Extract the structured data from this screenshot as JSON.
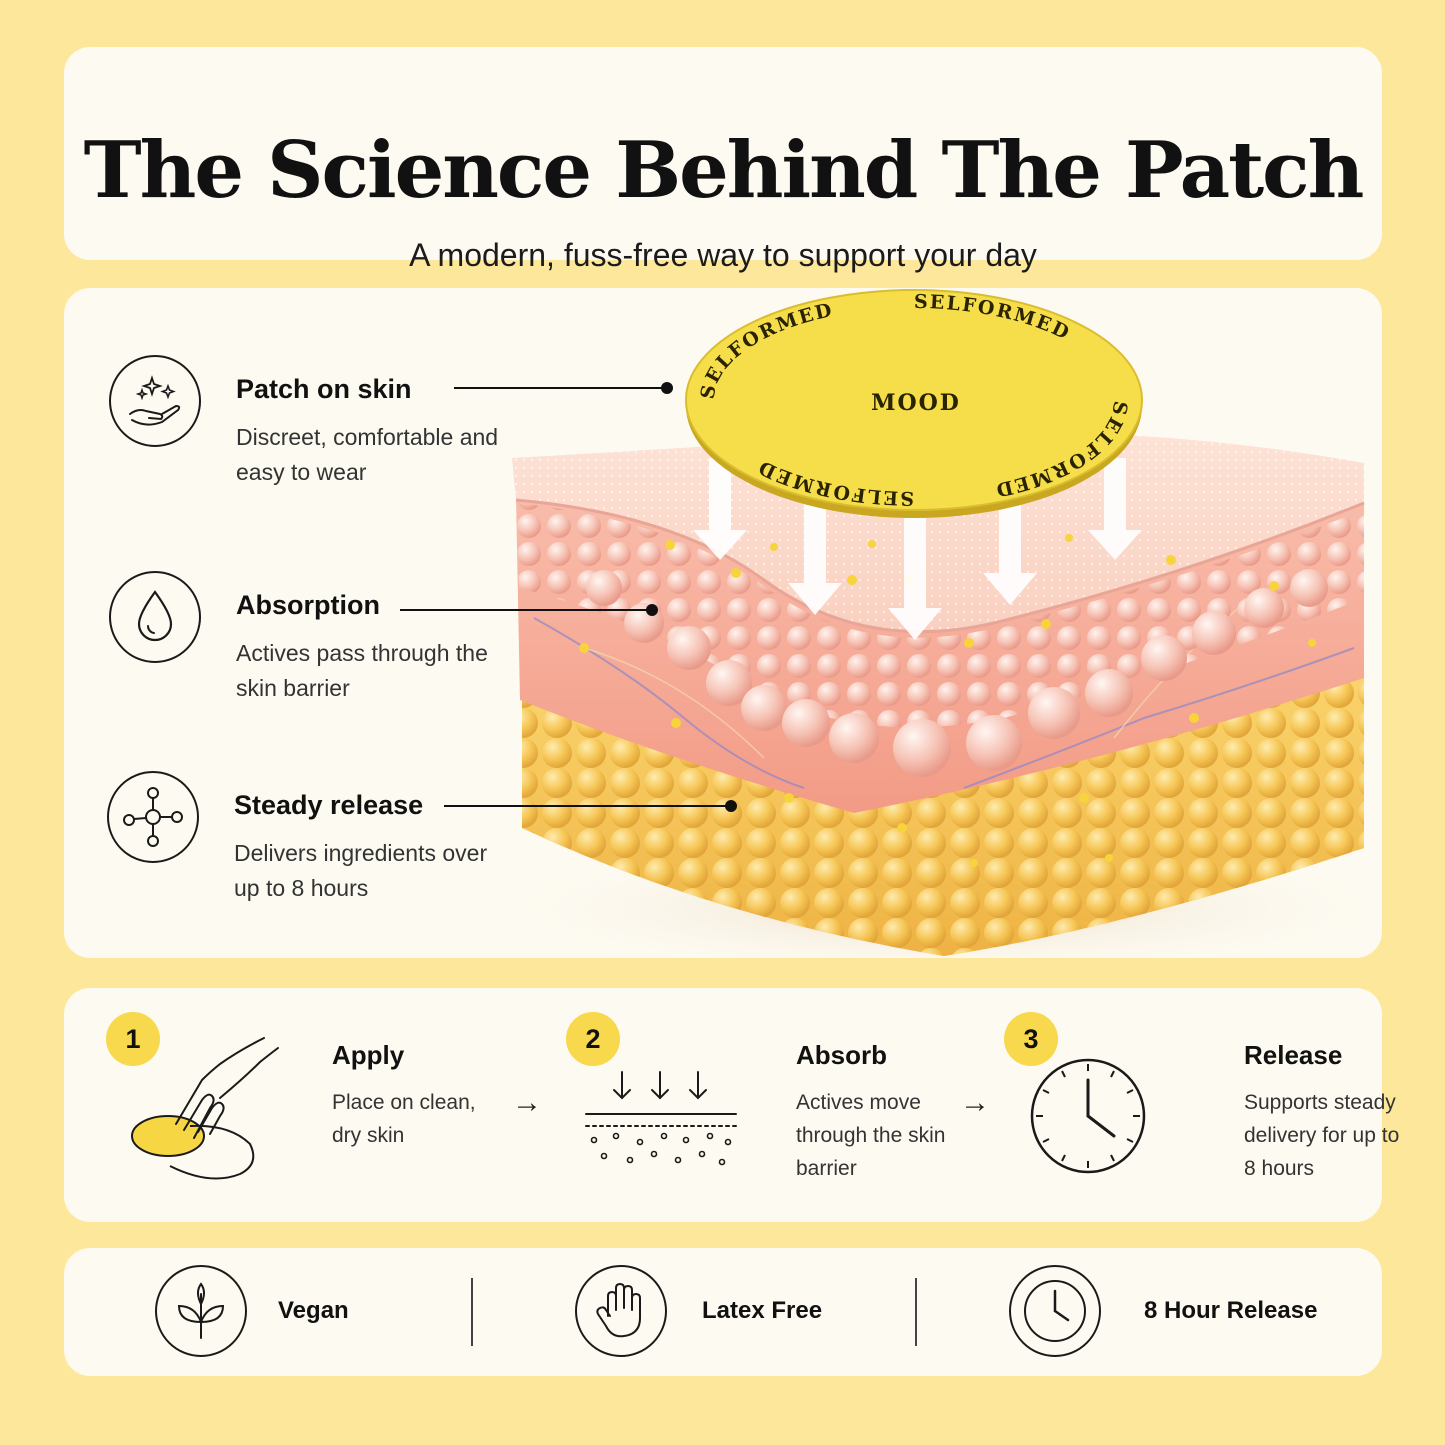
{
  "header": {
    "title": "The Science Behind The Patch",
    "subtitle": "A modern, fuss-free way to support your day"
  },
  "features": [
    {
      "title": "Patch on skin",
      "description": "Discreet, comfortable and easy to wear",
      "icon": "hand-sparkles-icon"
    },
    {
      "title": "Absorption",
      "description": "Actives pass through the skin barrier",
      "icon": "droplet-icon"
    },
    {
      "title": "Steady release",
      "description": "Delivers ingredients over up to 8 hours",
      "icon": "molecule-icon"
    }
  ],
  "patch": {
    "brand_text": "SELFORMED",
    "center_label": "MOOD"
  },
  "steps": [
    {
      "number": "1",
      "title": "Apply",
      "description": "Place on clean, dry skin",
      "icon": "hand-applying-patch-icon"
    },
    {
      "number": "2",
      "title": "Absorb",
      "description": "Actives move through the skin barrier",
      "icon": "absorption-arrows-icon"
    },
    {
      "number": "3",
      "title": "Release",
      "description": "Supports steady delivery for up to 8 hours",
      "icon": "clock-icon"
    }
  ],
  "badges": [
    {
      "label": "Vegan",
      "icon": "leaf-sprout-icon"
    },
    {
      "label": "Latex Free",
      "icon": "hand-icon"
    },
    {
      "label": "8 Hour Release",
      "icon": "clock-icon"
    }
  ],
  "arrow_glyph": "→",
  "colors": {
    "background": "#fde79a",
    "card": "#fdfaf1",
    "accent_yellow": "#f8d84c",
    "skin_pink": "#f4a692",
    "fat_yellow": "#f5c14e"
  }
}
